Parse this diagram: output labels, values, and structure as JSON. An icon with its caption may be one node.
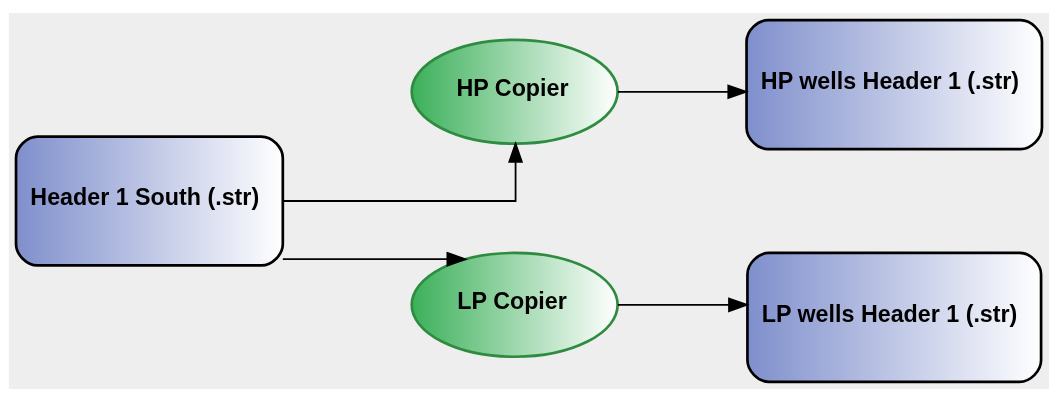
{
  "diagram": {
    "nodes": [
      {
        "text": [
          "Header 1 South (.str)"
        ]
      },
      {
        "text": [
          "HP Copier"
        ]
      },
      {
        "text": [
          "LP Copier"
        ]
      },
      {
        "text": [
          "HP wells Header 1 (.str)"
        ]
      },
      {
        "text": [
          "LP wells Header 1 (.str)"
        ]
      }
    ],
    "edges": [
      {
        "from": 0,
        "to": 1,
        "arrow": "to"
      },
      {
        "from": 0,
        "to": 2,
        "arrow": "to"
      },
      {
        "from": 1,
        "to": 3,
        "arrow": "to"
      },
      {
        "from": 2,
        "to": 4,
        "arrow": "to"
      }
    ]
  }
}
